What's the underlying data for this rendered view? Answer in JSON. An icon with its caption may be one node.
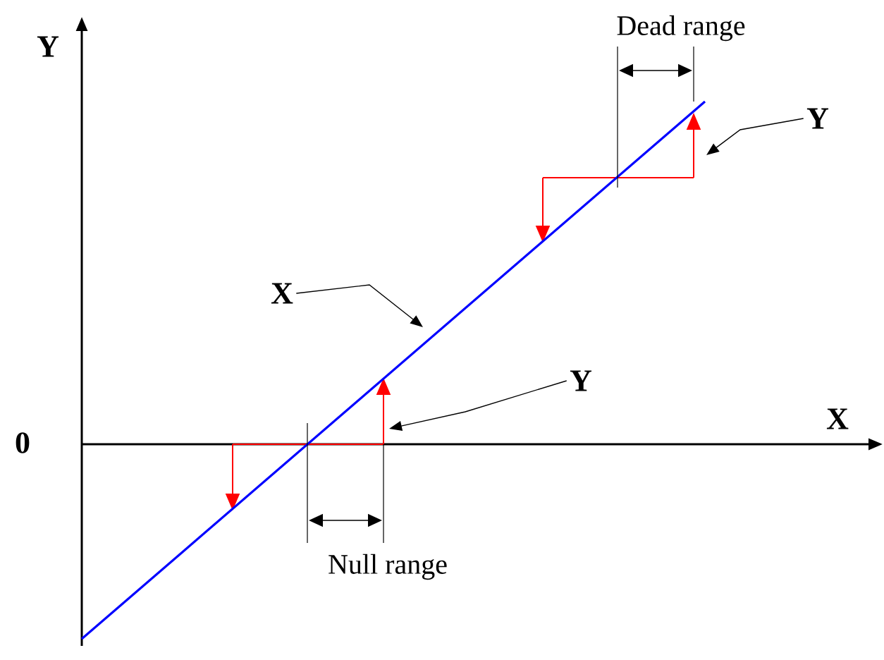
{
  "diagram": {
    "nodes": [
      {
        "text": [
          "X"
        ]
      },
      {
        "text": [
          "Y"
        ]
      },
      {
        "text": [
          "Y"
        ]
      }
    ],
    "edges": [
      {
        "from": 0,
        "to": null,
        "arrow": "to"
      },
      {
        "from": 2,
        "to": null,
        "arrow": "to"
      },
      {
        "from": 1,
        "to": null,
        "arrow": "to"
      }
    ],
    "labels": [
      "Y",
      "Dead range",
      "X",
      "0",
      "Null range"
    ]
  }
}
